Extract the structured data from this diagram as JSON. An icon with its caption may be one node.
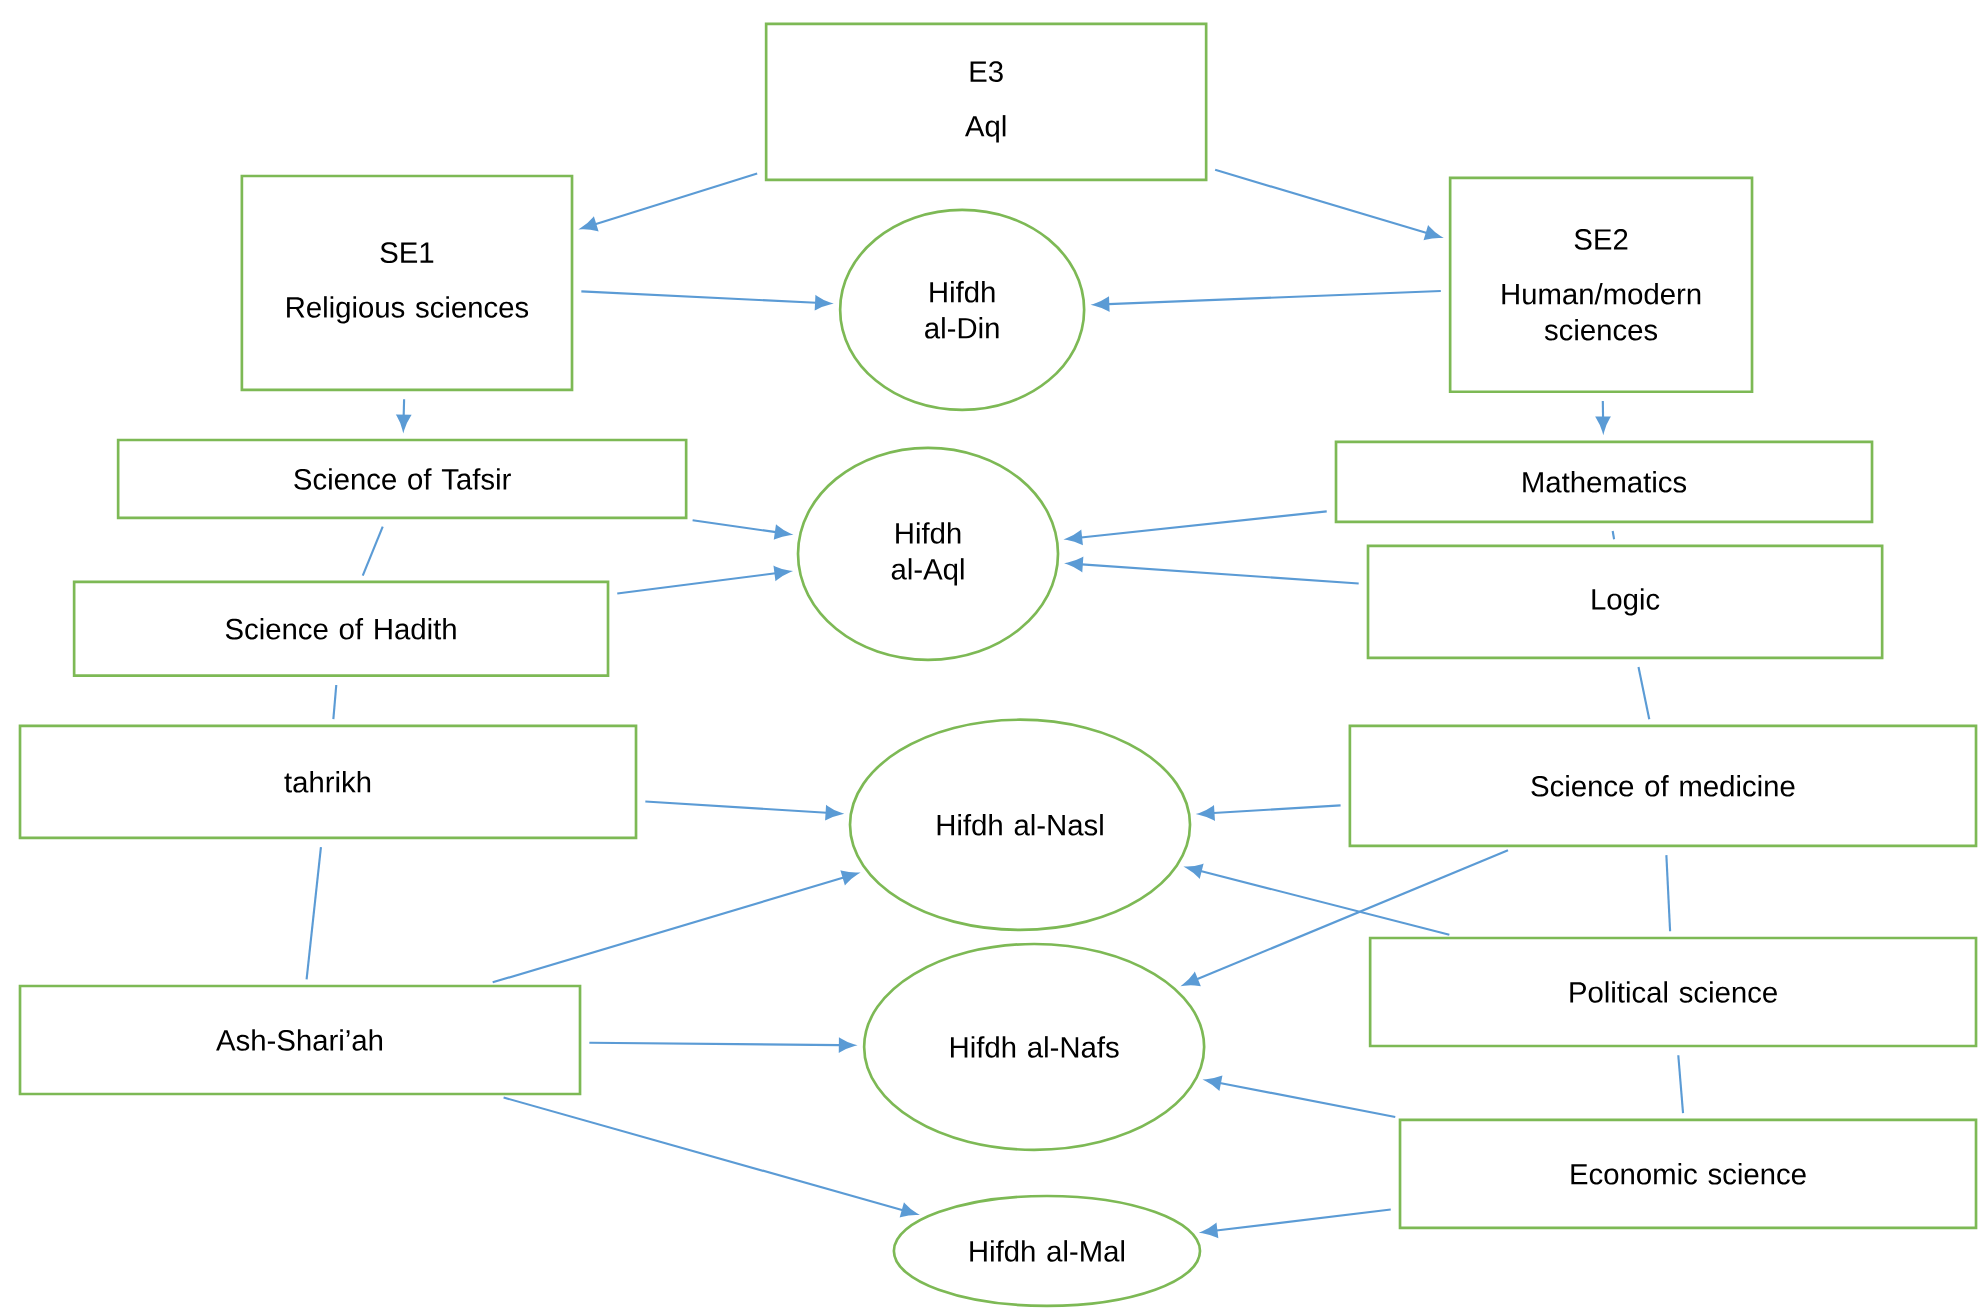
{
  "diagram": {
    "nodes": [
      {
        "text": [
          "E3",
          "Aql"
        ]
      },
      {
        "text": [
          "SE1",
          "Religious sciences"
        ]
      },
      {
        "text": [
          "SE2",
          "Human/modern sciences"
        ]
      },
      {
        "text": [
          "Hifdh al-Din"
        ]
      },
      {
        "text": [
          "Science of Tafsir"
        ]
      },
      {
        "text": [
          "Mathematics"
        ]
      },
      {
        "text": [
          "Hifdh al-Aql"
        ]
      },
      {
        "text": [
          "Science of Hadith"
        ]
      },
      {
        "text": [
          "Logic"
        ]
      },
      {
        "text": [
          "tahrikh"
        ]
      },
      {
        "text": [
          "Hifdh al-Nasl"
        ]
      },
      {
        "text": [
          "Science of medicine"
        ]
      },
      {
        "text": [
          "Ash-Shari’ah"
        ]
      },
      {
        "text": [
          "Political science"
        ]
      },
      {
        "text": [
          "Hifdh al-Nafs"
        ]
      },
      {
        "text": [
          "Economic science"
        ]
      },
      {
        "text": [
          "Hifdh al-Mal"
        ]
      }
    ],
    "edges": [
      {
        "from": 0,
        "to": 1,
        "arrow": "to"
      },
      {
        "from": 0,
        "to": 2,
        "arrow": "to"
      },
      {
        "from": 1,
        "to": 3,
        "arrow": "to"
      },
      {
        "from": 2,
        "to": 3,
        "arrow": "to"
      },
      {
        "from": 1,
        "to": 4,
        "arrow": "to"
      },
      {
        "from": 2,
        "to": 5,
        "arrow": "to"
      },
      {
        "from": 4,
        "to": 6,
        "arrow": "to"
      },
      {
        "from": 7,
        "to": 6,
        "arrow": "to"
      },
      {
        "from": 5,
        "to": 6,
        "arrow": "to"
      },
      {
        "from": 8,
        "to": 6,
        "arrow": "to"
      },
      {
        "from": 4,
        "to": 7,
        "arrow": "none"
      },
      {
        "from": 5,
        "to": 8,
        "arrow": "none"
      },
      {
        "from": 7,
        "to": 9,
        "arrow": "none"
      },
      {
        "from": 9,
        "to": 12,
        "arrow": "none"
      },
      {
        "from": 8,
        "to": 11,
        "arrow": "none"
      },
      {
        "from": 11,
        "to": 13,
        "arrow": "none"
      },
      {
        "from": 13,
        "to": 15,
        "arrow": "none"
      },
      {
        "from": 9,
        "to": 10,
        "arrow": "to"
      },
      {
        "from": 12,
        "to": 10,
        "arrow": "to"
      },
      {
        "from": 12,
        "to": 14,
        "arrow": "to"
      },
      {
        "from": 12,
        "to": 16,
        "arrow": "to"
      },
      {
        "from": 11,
        "to": 10,
        "arrow": "to"
      },
      {
        "from": 11,
        "to": 14,
        "arrow": "to"
      },
      {
        "from": 13,
        "to": 10,
        "arrow": "to"
      },
      {
        "from": 15,
        "to": 14,
        "arrow": "to"
      },
      {
        "from": 15,
        "to": 16,
        "arrow": "to"
      }
    ]
  }
}
